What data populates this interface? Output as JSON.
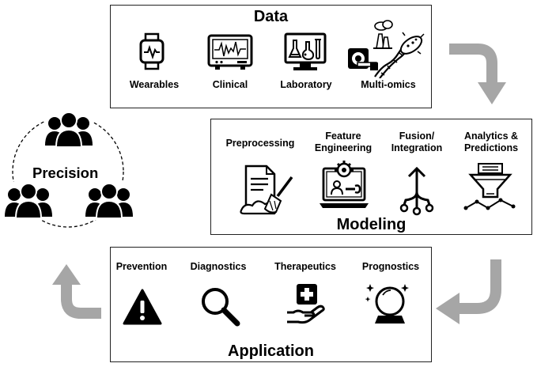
{
  "data_panel": {
    "title": "Data",
    "items": [
      {
        "label": "Wearables",
        "icon": "smartwatch-icon"
      },
      {
        "label": "Clinical",
        "icon": "ecg-monitor-icon"
      },
      {
        "label": "Laboratory",
        "icon": "lab-computer-icon"
      },
      {
        "label": "Multi-omics",
        "icon": "multiomics-collage-icon"
      }
    ]
  },
  "modeling_panel": {
    "title": "Modeling",
    "items": [
      {
        "label": "Preprocessing",
        "icon": "document-brush-icon"
      },
      {
        "label_lines": [
          "Feature",
          "Engineering"
        ],
        "icon": "laptop-gear-icon"
      },
      {
        "label_lines": [
          "Fusion/",
          "Integration"
        ],
        "icon": "merge-arrow-icon"
      },
      {
        "label_lines": [
          "Analytics &",
          "Predictions"
        ],
        "icon": "funnel-chart-icon"
      }
    ]
  },
  "application_panel": {
    "title": "Application",
    "items": [
      {
        "label": "Prevention",
        "icon": "warning-icon"
      },
      {
        "label": "Diagnostics",
        "icon": "magnifier-icon"
      },
      {
        "label": "Therapeutics",
        "icon": "medical-hand-icon"
      },
      {
        "label": "Prognostics",
        "icon": "crystal-ball-icon"
      }
    ]
  },
  "precision": {
    "label": "Precision",
    "icon": "people-group-icon"
  },
  "colors": {
    "arrow": "#a6a6a6",
    "border": "#222222",
    "ink": "#000000"
  }
}
